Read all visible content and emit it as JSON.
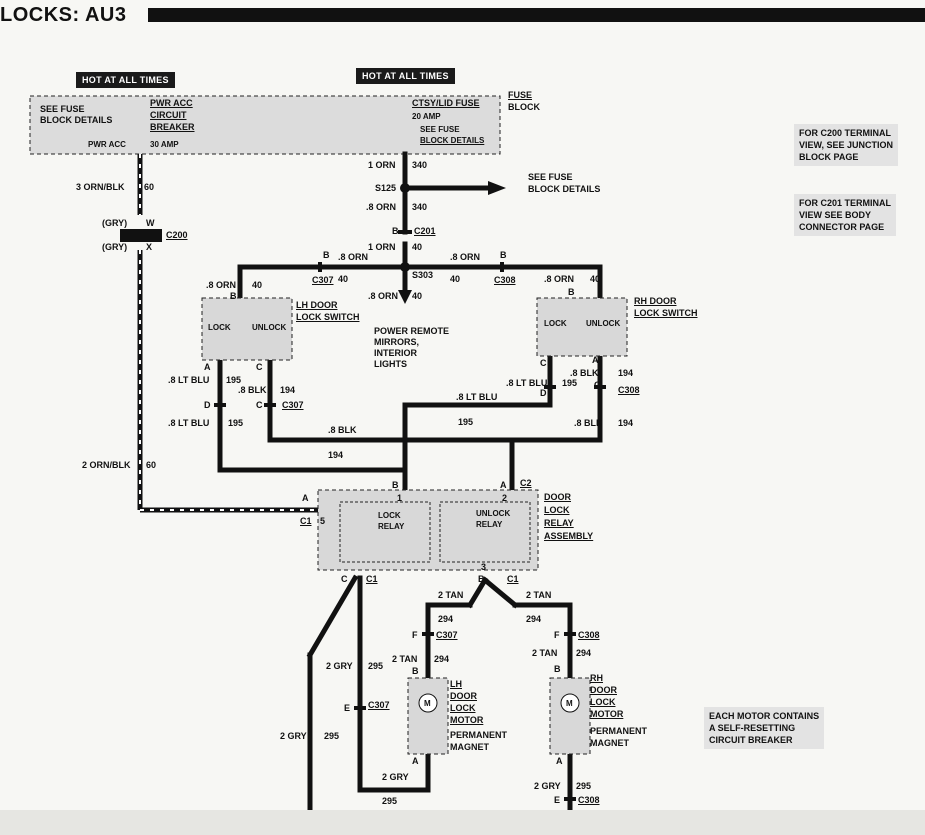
{
  "title": "LOCKS: AU3",
  "hot_labels": [
    "HOT AT ALL TIMES",
    "HOT AT ALL TIMES"
  ],
  "fuse_block": {
    "label": "FUSE",
    "label2": "BLOCK",
    "see_fuse_left": "SEE FUSE",
    "block_details_left": "BLOCK DETAILS",
    "pwr_acc": "PWR ACC",
    "circuit": "CIRCUIT",
    "breaker": "BREAKER",
    "amp30": "30 AMP",
    "pwr_acc_bottom": "PWR ACC",
    "ctsy": "CTSY/LID FUSE",
    "amp20": "20 AMP",
    "see_fuse_right": "SEE FUSE",
    "block_details_right": "BLOCK DETAILS"
  },
  "notes": {
    "c200": [
      "FOR C200 TERMINAL",
      "VIEW, SEE JUNCTION",
      "BLOCK PAGE"
    ],
    "c201": [
      "FOR C201 TERMINAL",
      "VIEW SEE BODY",
      "CONNECTOR PAGE"
    ],
    "motor": [
      "EACH MOTOR CONTAINS",
      "A SELF-RESETTING",
      "CIRCUIT BREAKER"
    ]
  },
  "splice": {
    "s125": "S125",
    "s303": "S303",
    "see_fuse": "SEE FUSE",
    "block_details": "BLOCK DETAILS"
  },
  "wires": {
    "orn1": "1 ORN",
    "n340a": "340",
    "orn08": ".8 ORN",
    "n340b": "340",
    "orn1b": "1 ORN",
    "n40a": "40",
    "orn08_left": ".8 ORN",
    "n40_left": "40",
    "orn08_right": ".8 ORN",
    "n40_right": "40",
    "orn08_lh": ".8 ORN",
    "n40_lh": "40",
    "orn08_rh": ".8 ORN",
    "n40_rh": "40",
    "orn08_down": ".8 ORN",
    "n40_down": "40",
    "ornblk3": "3 ORN/BLK",
    "n60a": "60",
    "ornblk2": "2 ORN/BLK",
    "n60b": "60",
    "ltblu_lh1": ".8 LT BLU",
    "n195_lh1": "195",
    "blk_lh1": ".8 BLK",
    "n194_lh1": "194",
    "ltblu_lh2": ".8 LT BLU",
    "n195_lh2": "195",
    "blk_mid": ".8 BLK",
    "n194_mid": "194",
    "ltblu_rh1": ".8 LT BLU",
    "n195_rh1": "195",
    "blk_rh1": ".8 BLK",
    "n194_rh1": "194",
    "ltblu_mid": ".8 LT BLU",
    "n195_mid": "195",
    "blk_rh2": ".8 BLK",
    "n194_rh2": "194",
    "tan2_l": "2 TAN",
    "n294_l": "294",
    "tan2_r": "2 TAN",
    "n294_r": "294",
    "tan2_lm": "2 TAN",
    "n294_lm": "294",
    "tan2_rm": "2 TAN",
    "n294_rm": "294",
    "gry2_a": "2 GRY",
    "n295_a": "295",
    "gry2_b": "2 GRY",
    "n295_b": "295",
    "gry2_c": "2 GRY",
    "n295_c": "295",
    "gry2_d": "2 GRY",
    "n295_d": "295"
  },
  "connectors": {
    "c200": "C200",
    "gry_w": "(GRY)",
    "w": "W",
    "gry_x": "(GRY)",
    "x": "X",
    "c201": "C201",
    "c201_b": "B",
    "c307_top": "C307",
    "c307_top_b": "B",
    "c308_top": "C308",
    "c308_top_b": "B",
    "c307_lh": "C307",
    "c308_rh": "C308",
    "c307_f": "C307",
    "c308_f": "C308",
    "c307_e": "C307",
    "c308_e": "C308",
    "c1_a": "C1",
    "c1_c": "C1",
    "c1_b": "C1",
    "c2": "C2"
  },
  "pins": {
    "lh_b": "B",
    "lh_a": "A",
    "lh_c": "C",
    "lh_d": "D",
    "lh_c2": "C",
    "rh_b": "B",
    "rh_c": "C",
    "rh_a": "A",
    "rh_d": "D",
    "rh_c2": "C",
    "relay_b": "B",
    "relay_1": "1",
    "relay_a": "A",
    "relay_2": "2",
    "relay_a_left": "A",
    "relay_5": "5",
    "relay_c": "C",
    "relay_b_bot": "B",
    "relay_3": "3",
    "lhm_f": "F",
    "lhm_b": "B",
    "lhm_e": "E",
    "lhm_a": "A",
    "rhm_f": "F",
    "rhm_b": "B",
    "rhm_e": "E",
    "rhm_a": "A"
  },
  "components": {
    "lh_switch": "LH DOOR",
    "lh_switch2": "LOCK SWITCH",
    "rh_switch": "RH DOOR",
    "rh_switch2": "LOCK SWITCH",
    "lock": "LOCK",
    "unlock": "UNLOCK",
    "lock_r": "LOCK",
    "unlock_r": "UNLOCK",
    "power_remote": [
      "POWER REMOTE",
      "MIRRORS,",
      "INTERIOR",
      "LIGHTS"
    ],
    "relay_asm": [
      "DOOR",
      "LOCK",
      "RELAY",
      "ASSEMBLY"
    ],
    "lock_relay": [
      "LOCK",
      "RELAY"
    ],
    "unlock_relay": [
      "UNLOCK",
      "RELAY"
    ],
    "lh_motor": [
      "LH",
      "DOOR",
      "LOCK",
      "MOTOR"
    ],
    "rh_motor": [
      "RH",
      "DOOR",
      "LOCK",
      "MOTOR"
    ],
    "permanent": "PERMANENT",
    "magnet": "MAGNET",
    "permanent_r": "PERMANENT",
    "magnet_r": "MAGNET",
    "m": "M",
    "m_r": "M"
  }
}
